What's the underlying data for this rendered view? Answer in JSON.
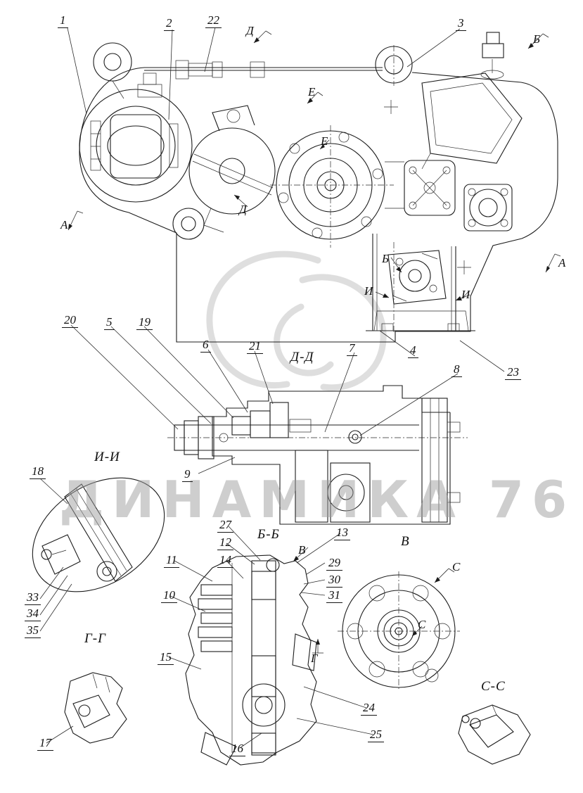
{
  "watermark": {
    "text": "ДИНАМИКА 76"
  },
  "callouts": [
    {
      "label": "1"
    },
    {
      "label": "2"
    },
    {
      "label": "22"
    },
    {
      "label": "3"
    },
    {
      "label": "4"
    },
    {
      "label": "23"
    },
    {
      "label": "20"
    },
    {
      "label": "5"
    },
    {
      "label": "19"
    },
    {
      "label": "6"
    },
    {
      "label": "21"
    },
    {
      "label": "7"
    },
    {
      "label": "8"
    },
    {
      "label": "9"
    },
    {
      "label": "18"
    },
    {
      "label": "33"
    },
    {
      "label": "34"
    },
    {
      "label": "35"
    },
    {
      "label": "27"
    },
    {
      "label": "12"
    },
    {
      "label": "13"
    },
    {
      "label": "11"
    },
    {
      "label": "14"
    },
    {
      "label": "29"
    },
    {
      "label": "30"
    },
    {
      "label": "31"
    },
    {
      "label": "10"
    },
    {
      "label": "15"
    },
    {
      "label": "16"
    },
    {
      "label": "24"
    },
    {
      "label": "25"
    },
    {
      "label": "17"
    }
  ],
  "sections": [
    {
      "label": "Д-Д"
    },
    {
      "label": "И-И"
    },
    {
      "label": "Б-Б"
    },
    {
      "label": "В"
    },
    {
      "label": "Г-Г"
    },
    {
      "label": "С-С"
    }
  ],
  "markers": [
    {
      "label": "Д"
    },
    {
      "label": "Б"
    },
    {
      "label": "Е"
    },
    {
      "label": "Е"
    },
    {
      "label": "А"
    },
    {
      "label": "Д"
    },
    {
      "label": "Б"
    },
    {
      "label": "И"
    },
    {
      "label": "И"
    },
    {
      "label": "А"
    },
    {
      "label": "В"
    },
    {
      "label": "С"
    },
    {
      "label": "С"
    },
    {
      "label": "Г"
    }
  ]
}
